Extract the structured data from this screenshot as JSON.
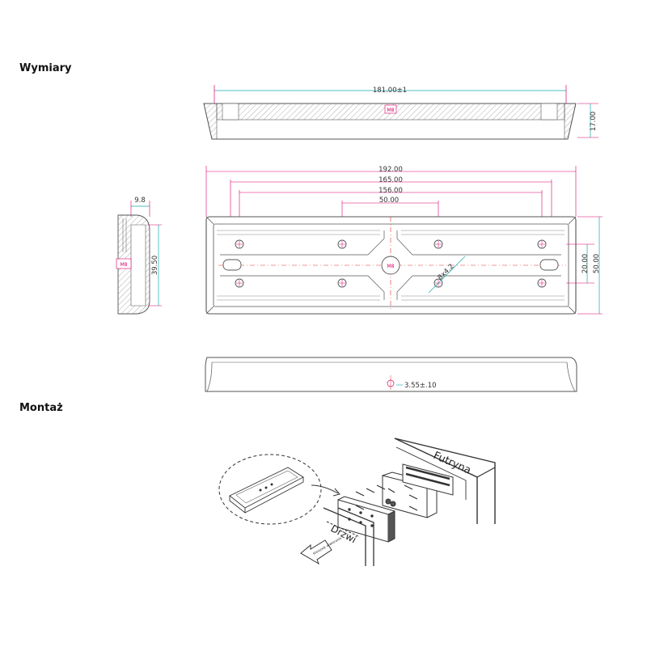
{
  "sections": {
    "dimensions_title": "Wymiary",
    "mounting_title": "Montaż"
  },
  "dimensions": {
    "top_view_length": "181.00±1",
    "top_view_height": "17.00",
    "len_total": "192.00",
    "len_165": "165.00",
    "len_156": "156.00",
    "len_50": "50.00",
    "width_20": "20.00",
    "width_50": "50.00",
    "side_depth": "9.8",
    "side_height": "39.50",
    "hole_spec": "8x4.2",
    "center_hole": "3.55±.10",
    "thread_label": "M8"
  },
  "mounting": {
    "frame_label": "Futryna",
    "door_label": "Drzwi",
    "direction_label": "Kierunek otwierania"
  },
  "colors": {
    "outline": "#555555",
    "dimension_line": "#d9006a",
    "dimension_line_alt": "#1aa7a7",
    "center_line": "#e03030"
  }
}
